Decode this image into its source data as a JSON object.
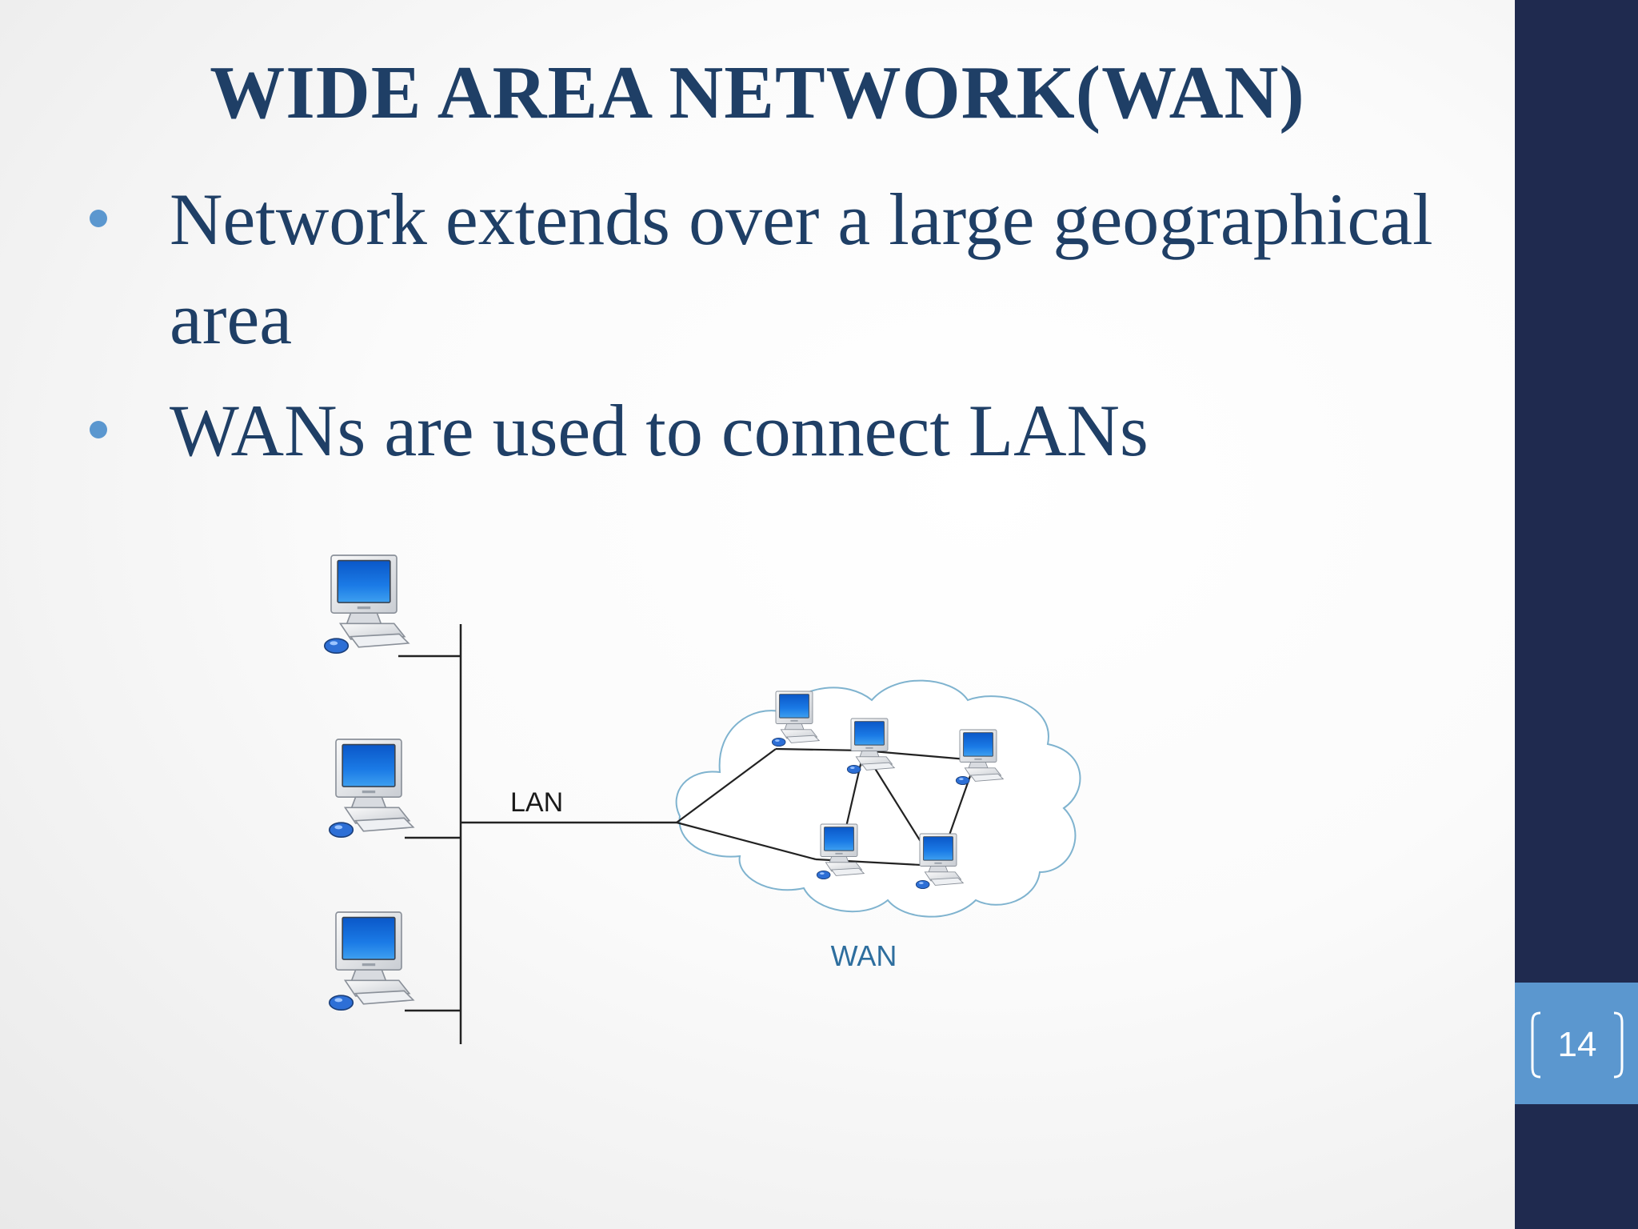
{
  "slide": {
    "title": "WIDE AREA NETWORK(WAN)",
    "bullets": [
      "Network extends over a large geographical area",
      "WANs are used to connect LANs"
    ],
    "page_number": "14"
  },
  "diagram": {
    "lan_label": "LAN",
    "wan_label": "WAN"
  },
  "colors": {
    "title_text": "#1f3f66",
    "bullet_dot": "#5b97cf",
    "sidebar": "#1f2a4f",
    "page_box": "#5b97cf",
    "wan_label": "#2e6e9e",
    "cloud_outline": "#7fb3cf"
  }
}
